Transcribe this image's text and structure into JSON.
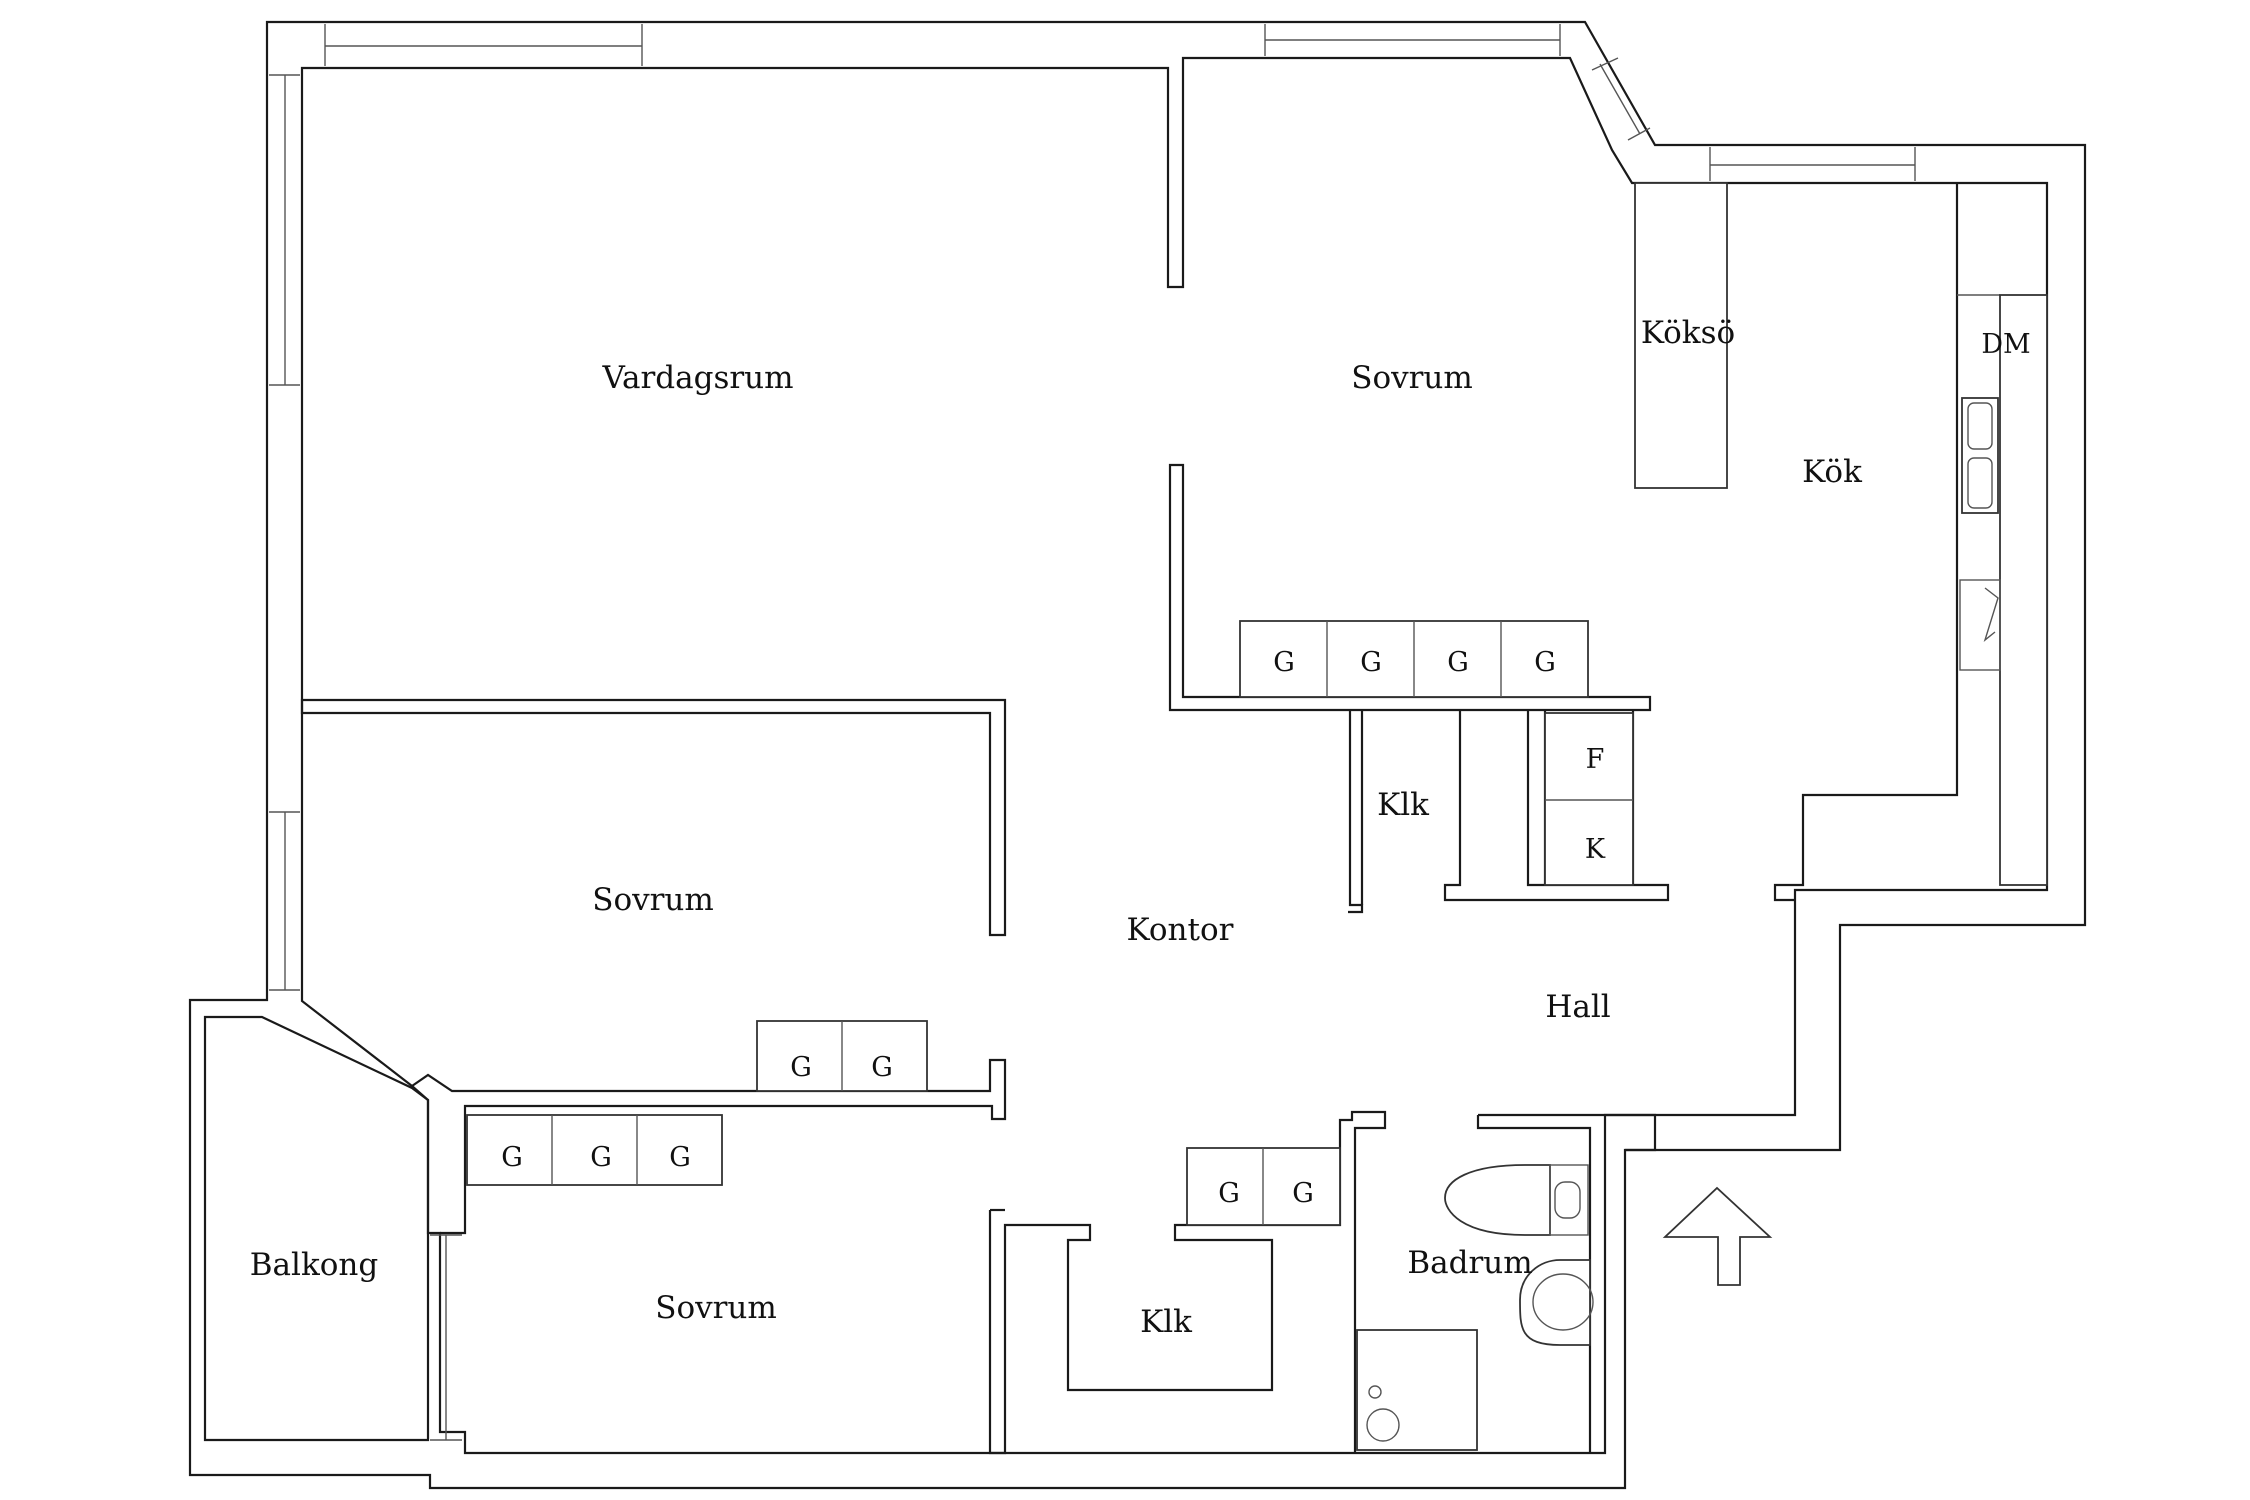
{
  "rooms": {
    "vardagsrum": "Vardagsrum",
    "sovrum_top": "Sovrum",
    "koksoe": "Köksö",
    "kok": "Kök",
    "dm": "DM",
    "sovrum_middle": "Sovrum",
    "kontor": "Kontor",
    "klk_upper": "Klk",
    "f": "F",
    "k": "K",
    "hall": "Hall",
    "balkong": "Balkong",
    "sovrum_bottom": "Sovrum",
    "klk_lower": "Klk",
    "badrum": "Badrum"
  },
  "wardrobes": {
    "hall_row": [
      "G",
      "G",
      "G",
      "G"
    ],
    "bedroom_row": [
      "G",
      "G"
    ],
    "lower_bedroom_row": [
      "G",
      "G",
      "G"
    ],
    "klk_row": [
      "G",
      "G"
    ]
  },
  "colors": {
    "wall": "#1a1a1a",
    "background": "#ffffff"
  },
  "icons": {
    "entrance": "entrance-arrow-icon"
  }
}
